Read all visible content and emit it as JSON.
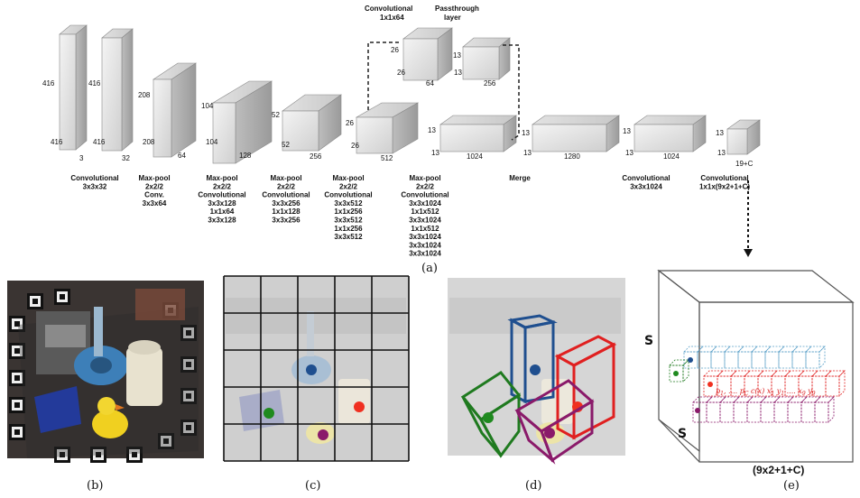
{
  "network": {
    "blocks": [
      {
        "id": "b1",
        "height": "416",
        "width": "416",
        "depth": "3",
        "left_dim": "416"
      },
      {
        "id": "b2",
        "height": "416",
        "width": "416",
        "depth": "32"
      },
      {
        "id": "b3",
        "height": "208",
        "width": "208",
        "depth": "64"
      },
      {
        "id": "b4",
        "height": "104",
        "width": "104",
        "depth": "128"
      },
      {
        "id": "b5",
        "height": "52",
        "width": "52",
        "depth": "256"
      },
      {
        "id": "b6",
        "height": "26",
        "width": "26",
        "depth": "512"
      },
      {
        "id": "b7",
        "height": "26",
        "width": "26",
        "depth": "64"
      },
      {
        "id": "b8",
        "height": "13",
        "width": "13",
        "depth": "256"
      },
      {
        "id": "b9",
        "height": "13",
        "width": "13",
        "depth": "1024"
      },
      {
        "id": "b10",
        "height": "13",
        "width": "13",
        "depth": "1280"
      },
      {
        "id": "b11",
        "height": "13",
        "width": "13",
        "depth": "1024"
      },
      {
        "id": "b12",
        "height": "13",
        "width": "13",
        "depth": "19+C"
      }
    ],
    "top_labels": {
      "conv_1x1": [
        "Convolutional",
        "1x1x64"
      ],
      "passthrough": [
        "Passthrough",
        "layer"
      ]
    },
    "layer_labels": [
      [
        "Convolutional",
        "3x3x32"
      ],
      [
        "Max-pool",
        "2x2/2",
        "Conv.",
        "3x3x64"
      ],
      [
        "Max-pool",
        "2x2/2",
        "Convolutional",
        "3x3x128",
        "1x1x64",
        "3x3x128"
      ],
      [
        "Max-pool",
        "2x2/2",
        "Convolutional",
        "3x3x256",
        "1x1x128",
        "3x3x256"
      ],
      [
        "Max-pool",
        "2x2/2",
        "Convolutional",
        "3x3x512",
        "1x1x256",
        "3x3x512",
        "1x1x256",
        "3x3x512"
      ],
      [
        "Max-pool",
        "2x2/2",
        "Convolutional",
        "3x3x1024",
        "1x1x512",
        "3x3x1024",
        "1x1x512",
        "3x3x1024",
        "3x3x1024",
        "3x3x1024"
      ],
      [
        "Merge"
      ],
      [
        "Convolutional",
        "3x3x1024"
      ],
      [
        "Convolutional",
        "1x1x(9x2+1+C)"
      ]
    ]
  },
  "captions": {
    "a": "(a)",
    "b": "(b)",
    "c": "(c)",
    "d": "(d)",
    "e": "(e)"
  },
  "tensor": {
    "s_label_1": "S",
    "s_label_2": "S",
    "depth_label": "(9x2+1+C)",
    "formula_parts": [
      "p",
      "1",
      ", ....",
      "p",
      "C",
      "c(x)",
      "x",
      "1",
      "y",
      "1",
      "....",
      "x",
      "9",
      "y",
      "9"
    ]
  },
  "colors": {
    "blue": "#1f4f8f",
    "red": "#e02020",
    "green": "#1f7a1f",
    "purple": "#8a1a6a",
    "cyan": "#5aa0c8",
    "dot_blue": "#1f4f8f",
    "dot_red": "#f03020",
    "dot_green": "#1f8a1f",
    "dot_purple": "#8a1a6a"
  }
}
